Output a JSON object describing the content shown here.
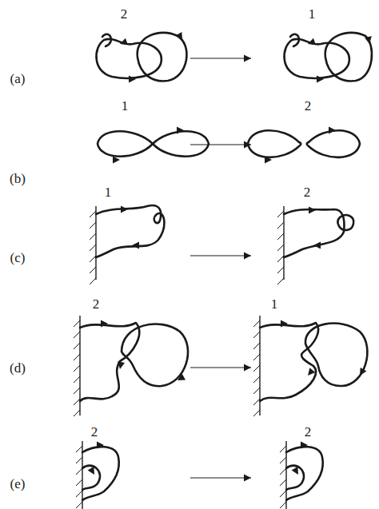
{
  "diagram": {
    "labels": [
      "(a)",
      "2",
      "1",
      "(b)",
      "1",
      "2",
      "(c)",
      "1",
      "2",
      "(d)",
      "2",
      "1",
      "(e)",
      "2",
      "2"
    ]
  }
}
